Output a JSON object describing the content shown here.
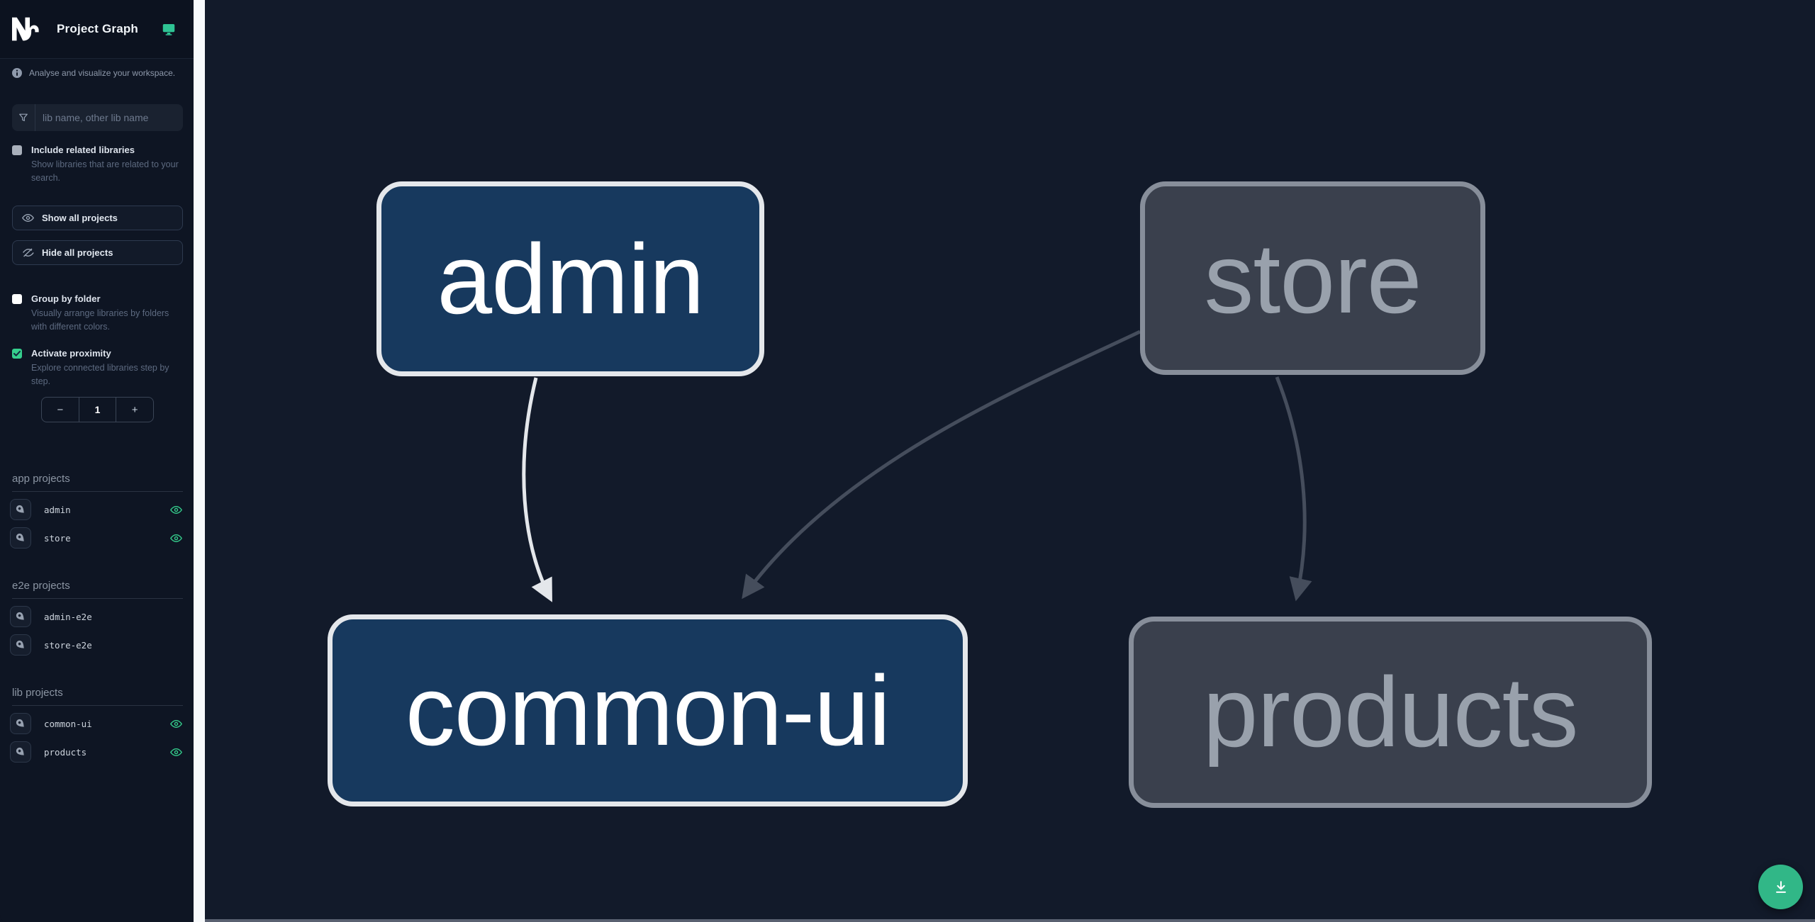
{
  "app": {
    "title": "Project Graph"
  },
  "sidebar": {
    "tagline": "Analyse and visualize your workspace.",
    "search": {
      "placeholder": "lib name, other lib name",
      "value": ""
    },
    "checkbox_related": {
      "label": "Include related libraries",
      "description": "Show libraries that are related to your search.",
      "checked": false
    },
    "buttons": {
      "show_all": "Show all projects",
      "hide_all": "Hide all projects"
    },
    "checkbox_group": {
      "label": "Group by folder",
      "description": "Visually arrange libraries by folders with different colors.",
      "checked": false
    },
    "checkbox_proximity": {
      "label": "Activate proximity",
      "description": "Explore connected libraries step by step.",
      "checked": true
    },
    "stepper": {
      "decrement": "−",
      "value": "1",
      "increment": "+"
    },
    "sections": [
      {
        "title": "app projects",
        "items": [
          {
            "name": "admin",
            "visible": true
          },
          {
            "name": "store",
            "visible": true
          }
        ]
      },
      {
        "title": "e2e projects",
        "items": [
          {
            "name": "admin-e2e",
            "visible": false
          },
          {
            "name": "store-e2e",
            "visible": false
          }
        ]
      },
      {
        "title": "lib projects",
        "items": [
          {
            "name": "common-ui",
            "visible": true
          },
          {
            "name": "products",
            "visible": true
          }
        ]
      }
    ]
  },
  "graph": {
    "nodes": [
      {
        "id": "admin",
        "label": "admin",
        "state": "focused"
      },
      {
        "id": "store",
        "label": "store",
        "state": "faded"
      },
      {
        "id": "common-ui",
        "label": "common-ui",
        "state": "focused"
      },
      {
        "id": "products",
        "label": "products",
        "state": "faded"
      }
    ],
    "edges": [
      {
        "from": "admin",
        "to": "common-ui",
        "state": "focused"
      },
      {
        "from": "store",
        "to": "common-ui",
        "state": "faded"
      },
      {
        "from": "store",
        "to": "products",
        "state": "faded"
      }
    ]
  },
  "colors": {
    "accent_green": "#35cf8d",
    "fab_green": "#31b787",
    "node_focused_fill": "#17395e",
    "node_focused_border": "#e4e7eb",
    "node_faded_fill": "#3a404d",
    "node_faded_border": "#878e9a",
    "edge_focused": "#e4e7eb",
    "edge_faded": "#454d5c",
    "canvas_bg": "#121a2a",
    "sidebar_bg": "#0e1523"
  }
}
